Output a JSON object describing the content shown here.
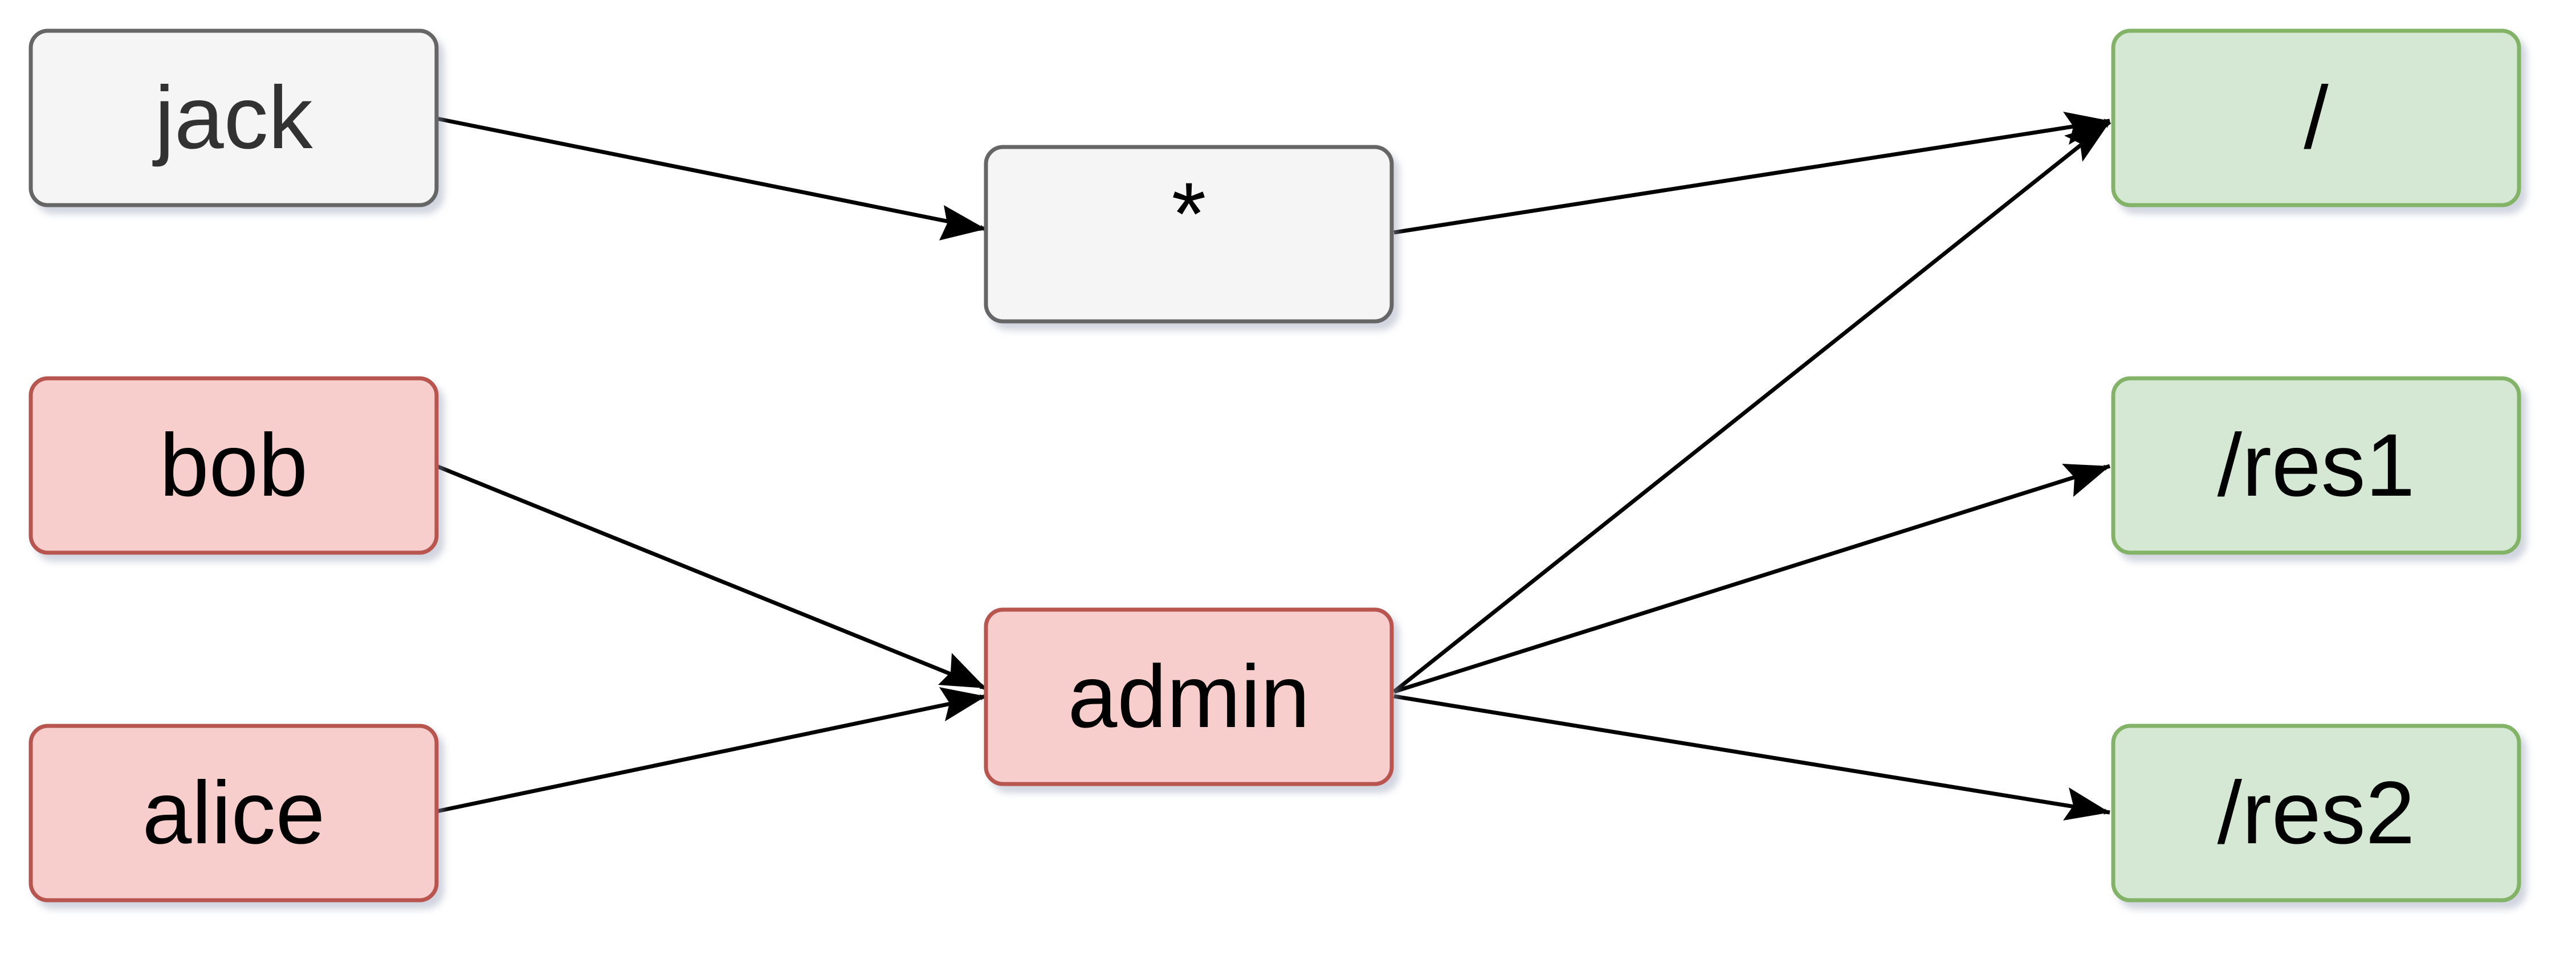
{
  "diagram": {
    "nodes": {
      "jack": {
        "label": "jack",
        "style": "neutral"
      },
      "wildcard": {
        "label": "*",
        "style": "neutral"
      },
      "bob": {
        "label": "bob",
        "style": "user"
      },
      "alice": {
        "label": "alice",
        "style": "user"
      },
      "admin": {
        "label": "admin",
        "style": "user"
      },
      "root": {
        "label": "/",
        "style": "resource"
      },
      "res1": {
        "label": "/res1",
        "style": "resource"
      },
      "res2": {
        "label": "/res2",
        "style": "resource"
      }
    },
    "edges": [
      {
        "from": "jack",
        "to": "wildcard"
      },
      {
        "from": "wildcard",
        "to": "root"
      },
      {
        "from": "bob",
        "to": "admin"
      },
      {
        "from": "alice",
        "to": "admin"
      },
      {
        "from": "admin",
        "to": "root"
      },
      {
        "from": "admin",
        "to": "res1"
      },
      {
        "from": "admin",
        "to": "res2"
      }
    ],
    "colors": {
      "neutral_fill": "#f5f5f5",
      "neutral_stroke": "#666666",
      "user_fill": "#f8cecc",
      "user_stroke": "#b85450",
      "resource_fill": "#d5e8d4",
      "resource_stroke": "#82b366",
      "edge": "#000000"
    }
  }
}
